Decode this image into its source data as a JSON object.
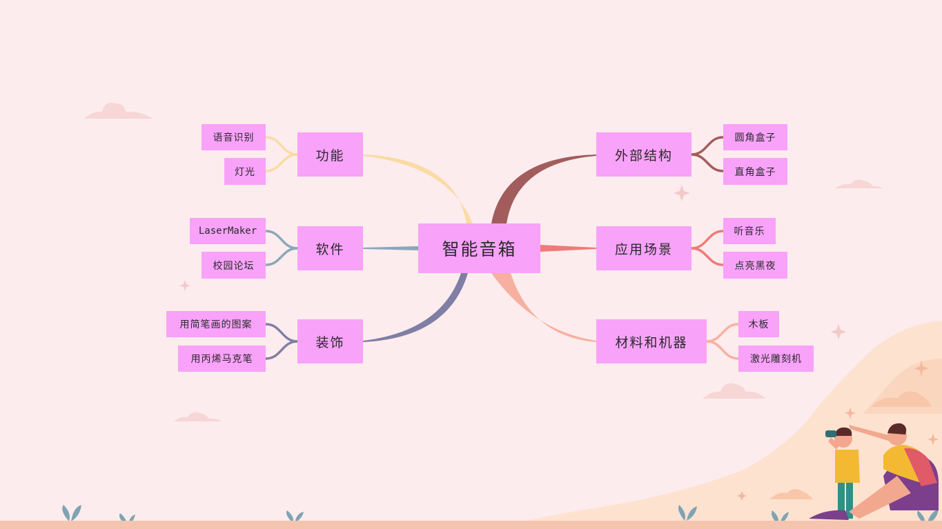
{
  "colors": {
    "background": "#fdeced",
    "node_fill": "#f8a2f9",
    "ground": "#f5c4ae",
    "branch_functions": "#f9dba4",
    "branch_software": "#8aa7bb",
    "branch_decoration": "#7f7ea4",
    "branch_exterior": "#a25c5c",
    "branch_scenarios": "#ef7a78",
    "branch_materials": "#f7b0a0"
  },
  "mindmap": {
    "root": "智能音箱",
    "branches": {
      "functions": {
        "label": "功能",
        "children": [
          "语音识别",
          "灯光"
        ]
      },
      "software": {
        "label": "软件",
        "children": [
          "LaserMaker",
          "校园论坛"
        ]
      },
      "decoration": {
        "label": "装饰",
        "children": [
          "用简笔画的图案",
          "用丙烯马克笔"
        ]
      },
      "exterior": {
        "label": "外部结构",
        "children": [
          "圆角盒子",
          "直角盒子"
        ]
      },
      "scenarios": {
        "label": "应用场景",
        "children": [
          "听音乐",
          "点亮黑夜"
        ]
      },
      "materials": {
        "label": "材料和机器",
        "children": [
          "木板",
          "激光雕刻机"
        ]
      }
    }
  },
  "illustration": {
    "subject": "child-with-binoculars-and-adult-pointing"
  }
}
